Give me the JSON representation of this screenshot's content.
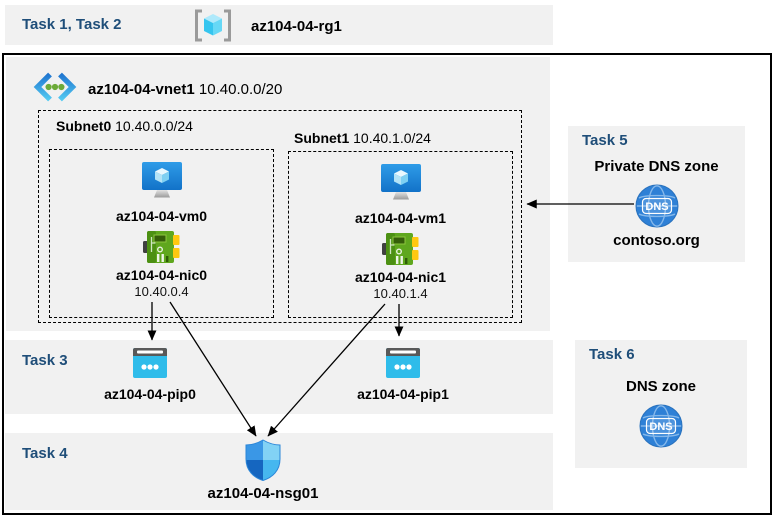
{
  "colors": {
    "task_label": "#1f4e79",
    "panel_bg": "#f1f1f1",
    "frame_border": "#000000",
    "vm_blue": "#1b7fd4",
    "pip_cyan": "#2fbcea",
    "nic_green": "#5fa71e",
    "dns_blue": "#2e80d6",
    "nsg_blue_dark": "#1566c0"
  },
  "icons": {
    "resource_group": "resource-group-icon",
    "virtual_network": "virtual-network-icon",
    "virtual_machine": "virtual-machine-icon",
    "network_interface": "nic-icon",
    "public_ip": "public-ip-icon",
    "nsg": "shield-icon",
    "dns": "dns-globe-icon"
  },
  "header": {
    "tasks_label": "Task 1, Task 2",
    "resource_group_name": "az104-04-rg1"
  },
  "vnet": {
    "name": "az104-04-vnet1",
    "cidr": "10.40.0.0/20"
  },
  "subnets": [
    {
      "name": "Subnet0",
      "cidr": "10.40.0.0/24",
      "vm_name": "az104-04-vm0",
      "nic_name": "az104-04-nic0",
      "nic_ip": "10.40.0.4"
    },
    {
      "name": "Subnet1",
      "cidr": "10.40.1.0/24",
      "vm_name": "az104-04-vm1",
      "nic_name": "az104-04-nic1",
      "nic_ip": "10.40.1.4"
    }
  ],
  "task3": {
    "label": "Task 3",
    "pip0_name": "az104-04-pip0",
    "pip1_name": "az104-04-pip1"
  },
  "task4": {
    "label": "Task 4",
    "nsg_name": "az104-04-nsg01"
  },
  "task5": {
    "label": "Task 5",
    "title": "Private DNS zone",
    "zone_name": "contoso.org"
  },
  "task6": {
    "label": "Task 6",
    "title": "DNS zone"
  }
}
